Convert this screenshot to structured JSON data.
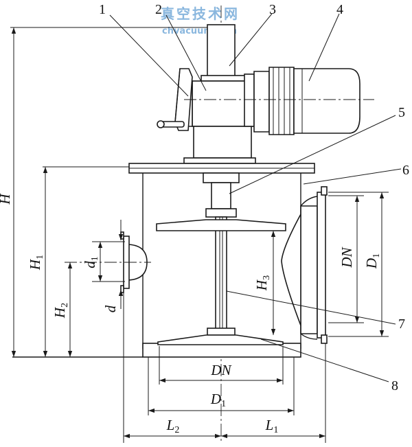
{
  "watermark": {
    "line1": "真空技术网",
    "line2": "chvacuum.com"
  },
  "callouts": [
    "1",
    "2",
    "3",
    "4",
    "5",
    "6",
    "7",
    "8"
  ],
  "dimensions": {
    "H": "H",
    "H1": {
      "base": "H",
      "sub": "1"
    },
    "H2": {
      "base": "H",
      "sub": "2"
    },
    "H3": {
      "base": "H",
      "sub": "3"
    },
    "d1": {
      "base": "d",
      "sub": "1"
    },
    "d": "d",
    "DN_right": "DN",
    "D1_right": {
      "base": "D",
      "sub": "1"
    },
    "DN_bottom": "DN",
    "D1_bottom": {
      "base": "D",
      "sub": "1"
    },
    "L2": {
      "base": "L",
      "sub": "2"
    },
    "L1": {
      "base": "L",
      "sub": "1"
    }
  }
}
